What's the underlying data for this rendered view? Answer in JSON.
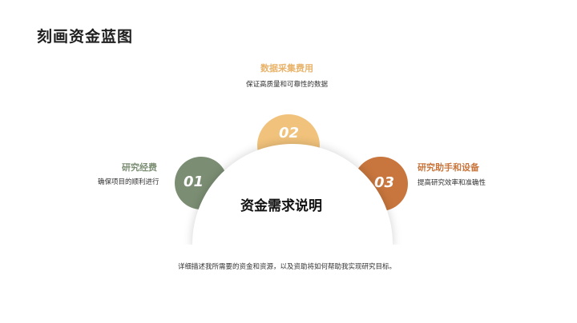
{
  "page": {
    "title": "刻画资金蓝图"
  },
  "center": {
    "title": "资金需求说明"
  },
  "items": [
    {
      "number": "01",
      "title": "研究经费",
      "desc": "确保项目的顺利进行",
      "color": "#7b8e73"
    },
    {
      "number": "02",
      "title": "数据采集费用",
      "desc": "保证高质量和可靠性的数据",
      "color": "#f0c27b"
    },
    {
      "number": "03",
      "title": "研究助手和设备",
      "desc": "提高研究效率和准确性",
      "color": "#c8763d"
    }
  ],
  "footer": {
    "text": "详细描述我所需要的资金和资源，以及资助将如何帮助我实现研究目标。"
  }
}
